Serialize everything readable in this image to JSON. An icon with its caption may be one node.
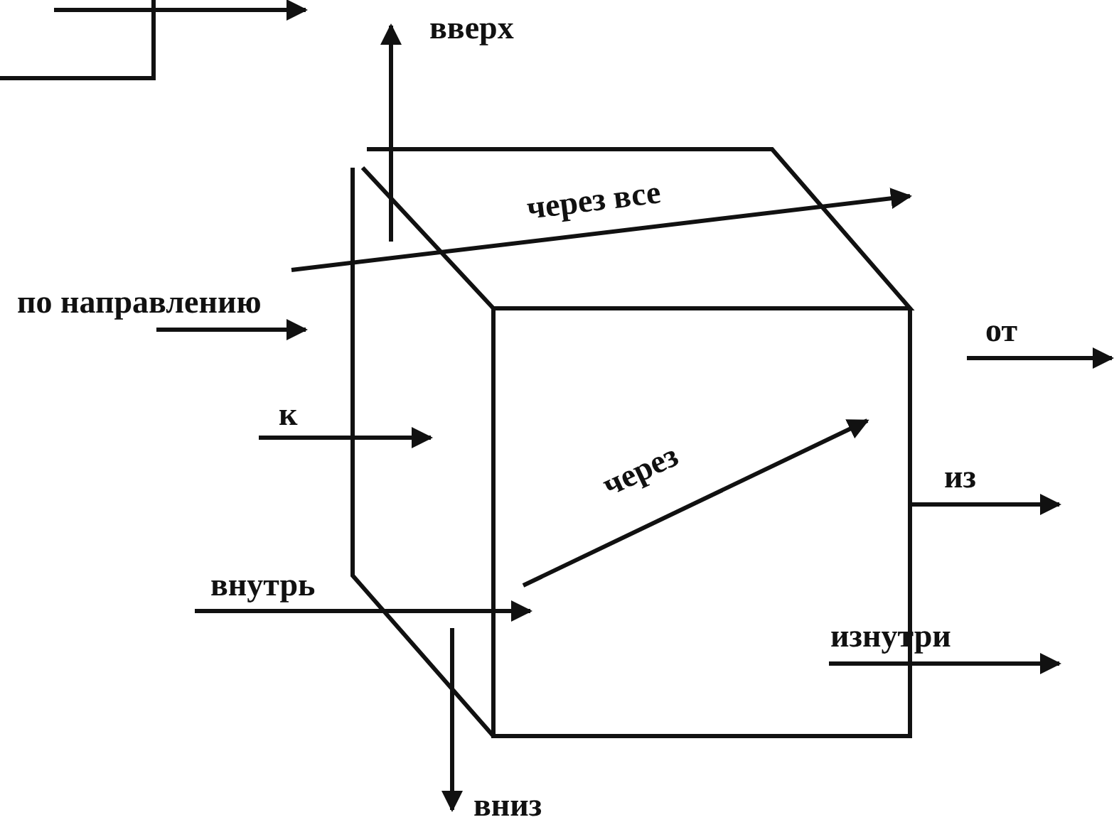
{
  "diagram": {
    "labels": [
      "вверх",
      "через все",
      "по направлению",
      "от",
      "к",
      "через",
      "из",
      "внутрь",
      "изнутри",
      "вниз"
    ]
  }
}
